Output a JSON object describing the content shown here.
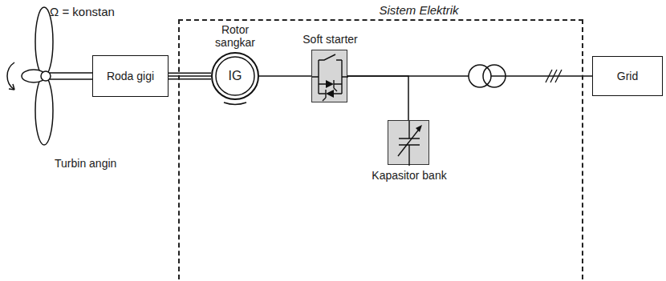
{
  "diagram": {
    "nodes": [
      {
        "text": [
          "Roda gigi"
        ]
      },
      {
        "text": [
          "Sistem Elektrik"
        ]
      },
      {
        "text": [
          "Rotor sangkar",
          "IG"
        ],
        "in": 1
      },
      {
        "text": [
          "Soft starter"
        ],
        "in": 1
      },
      {
        "text": [
          "Kapasitor bank"
        ],
        "in": 1
      },
      {
        "text": [
          "Grid"
        ]
      }
    ],
    "edges": [
      {
        "from": 0,
        "to": 2,
        "arrow": "none"
      },
      {
        "from": 2,
        "to": 3,
        "arrow": "none"
      },
      {
        "from": 3,
        "to": 5,
        "arrow": "none"
      },
      {
        "from": 3,
        "to": 4,
        "arrow": "none"
      }
    ],
    "labels": [
      "Ω = konstan",
      "Turbin angin"
    ]
  }
}
